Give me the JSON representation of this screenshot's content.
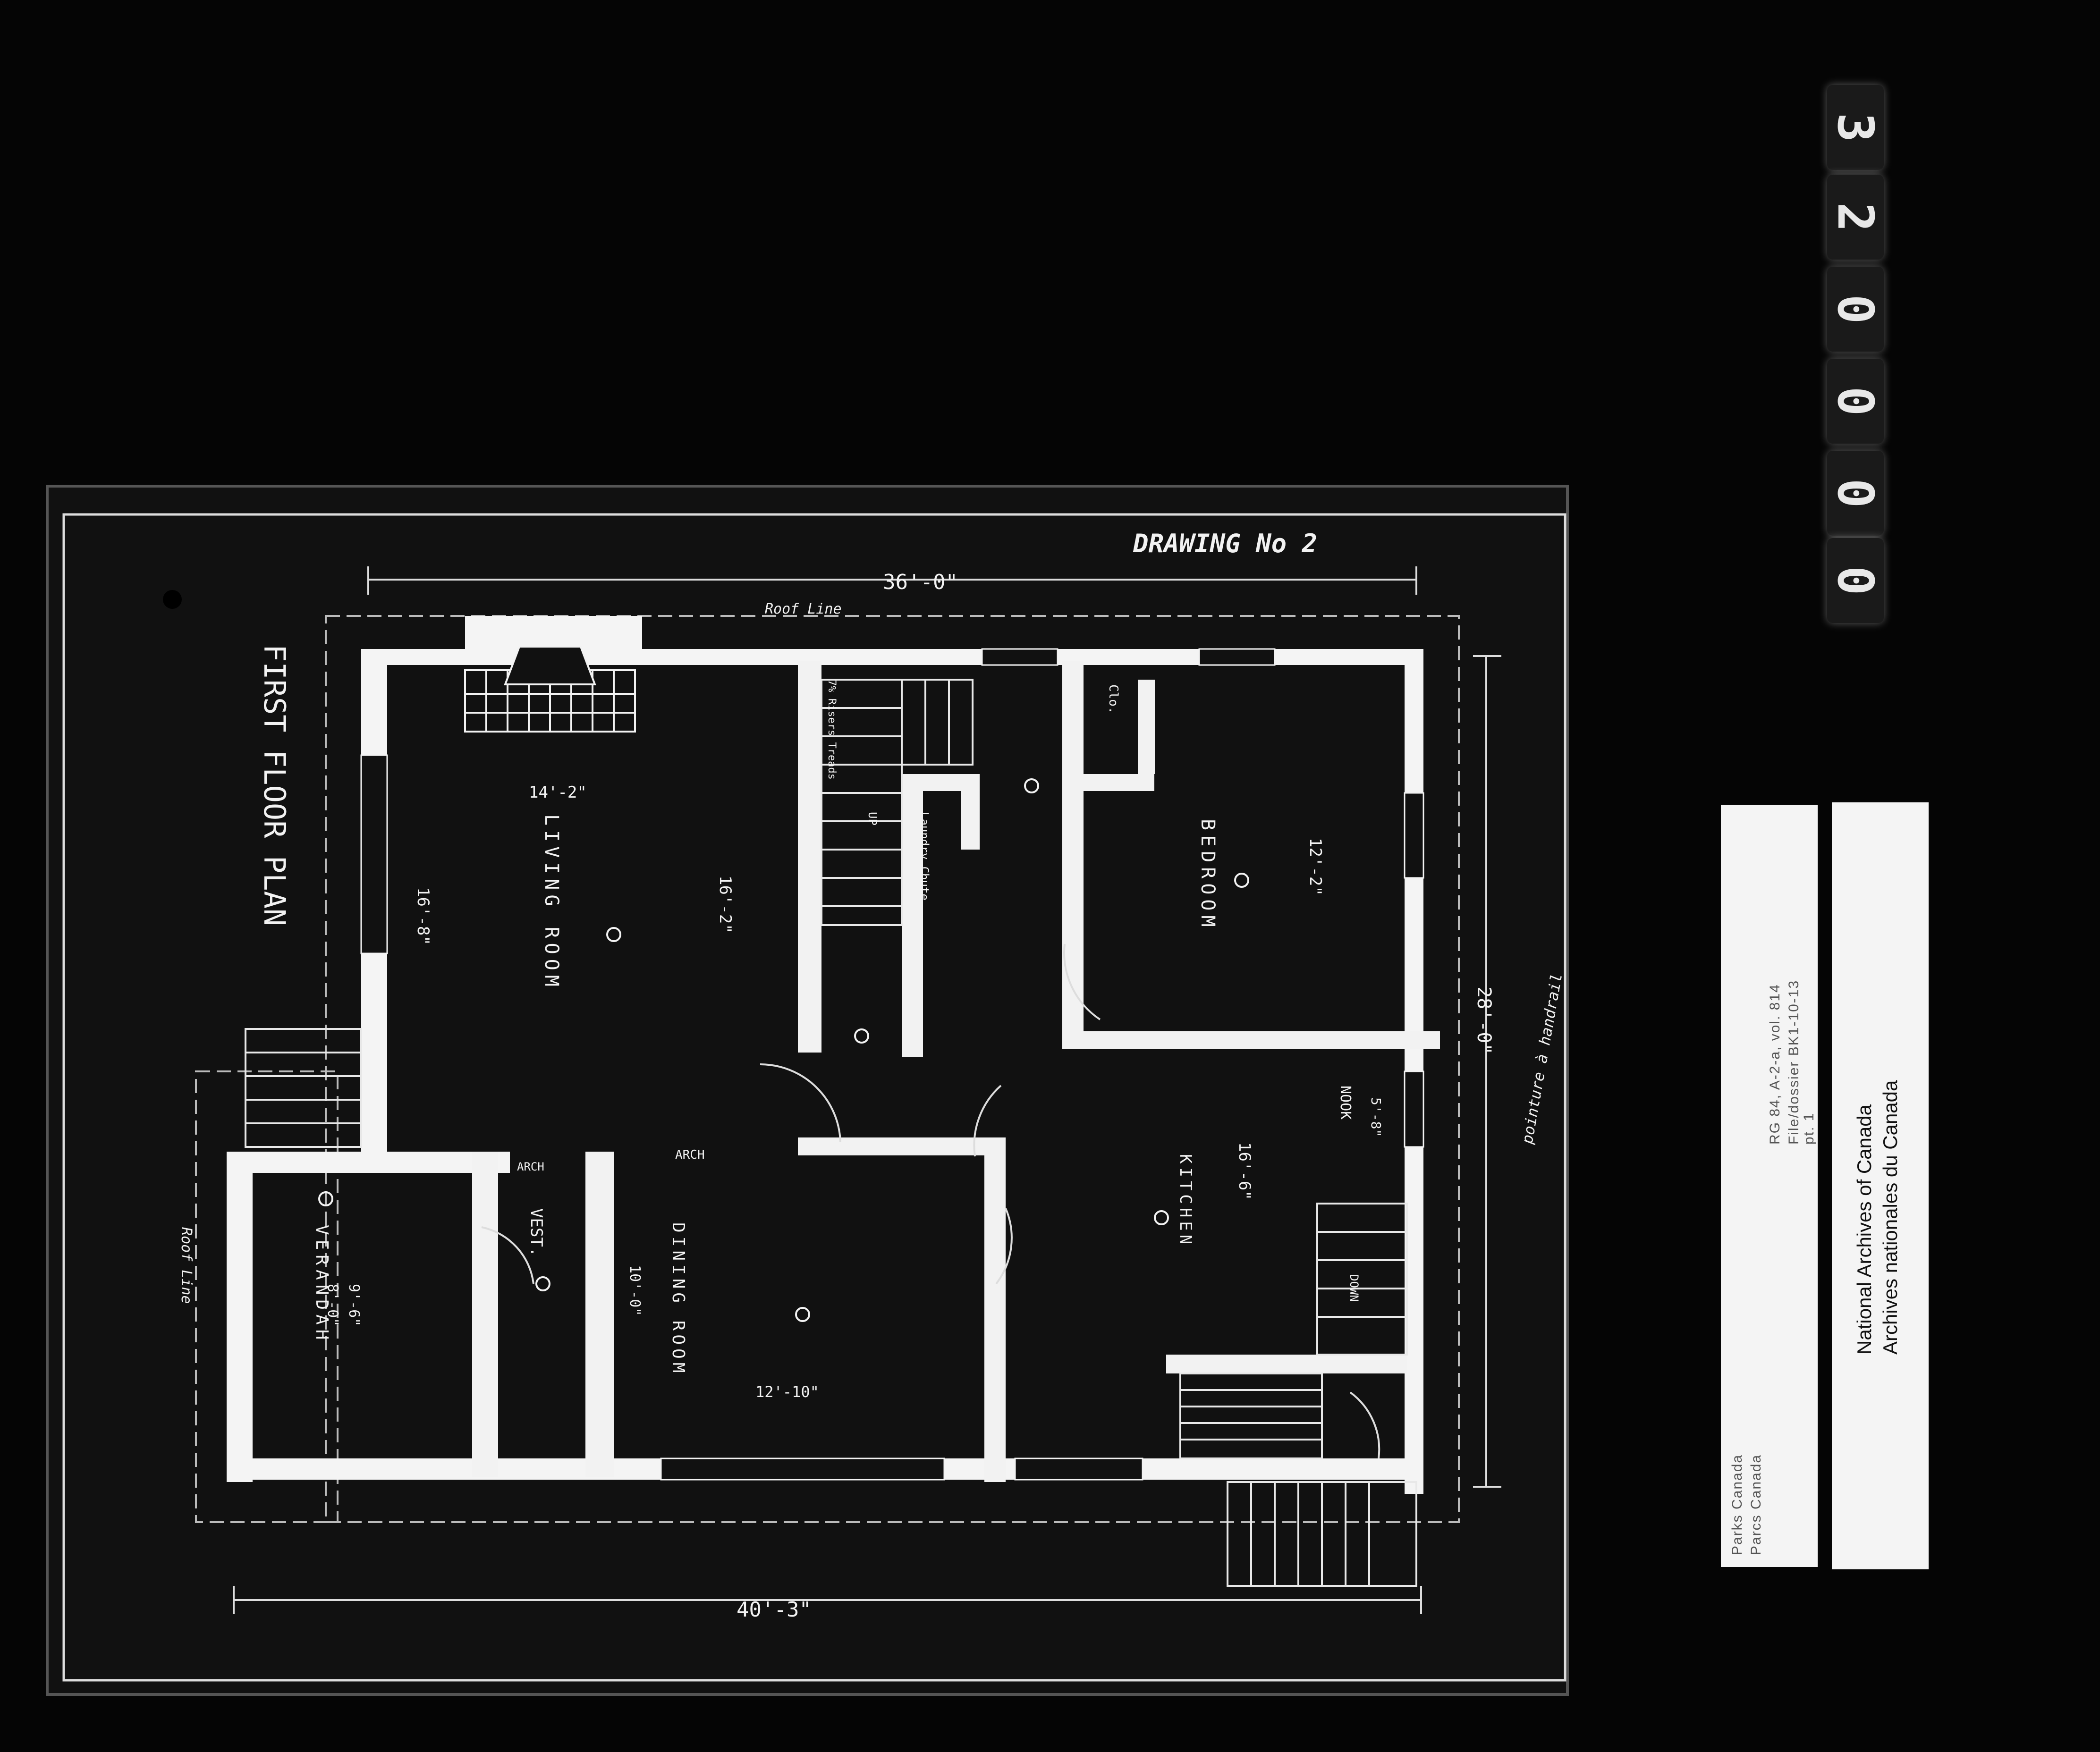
{
  "drawing": {
    "number_label": "DRAWING No 2",
    "plan_title": "FIRST FLOOR PLAN",
    "dims": {
      "top_width": "36'-0\"",
      "bottom_width": "40'-3\"",
      "right_depth": "28'-0\""
    },
    "roof_line_top": "Roof Line",
    "roof_line_left": "Roof Line",
    "rooms": {
      "living_room": "LIVING ROOM",
      "bedroom": "BEDROOM",
      "kitchen": "KITCHEN",
      "dining_room": "DINING ROOM",
      "verandah": "VERANDAH",
      "vest": "VEST.",
      "nook": "NOOK",
      "clo": "Clo.",
      "laundry_chute": "Laundry Chute",
      "stair_note": "7% Risers Treads",
      "up": "UP",
      "down": "DOWN",
      "arch1": "ARCH",
      "arch2": "ARCH"
    },
    "room_dims": {
      "living_w": "14'-2\"",
      "living_h_left": "16'-8\"",
      "living_h_right": "16'-2\"",
      "bedroom_h": "12'-2\"",
      "kitchen_h": "16'-6\"",
      "nook": "5'-8\"",
      "dining_w": "12'-10\"",
      "dining_h": "10'-0\"",
      "verandah_a": "9'-6\"",
      "verandah_b": "8'-0\""
    },
    "handwritten_note": "pointure à handrail"
  },
  "frame_number": [
    "3",
    "2",
    "0",
    "0",
    "0",
    "0"
  ],
  "archive_label": {
    "org_en": "Parks Canada",
    "org_fr": "Parcs Canada",
    "ref_line1": "RG 84, A-2-a, vol. 814",
    "ref_line2": "File/dossier BK1-10-13",
    "ref_line3": "pt. 1",
    "nac_en": "National Archives of Canada",
    "nac_fr": "Archives nationales du Canada"
  }
}
